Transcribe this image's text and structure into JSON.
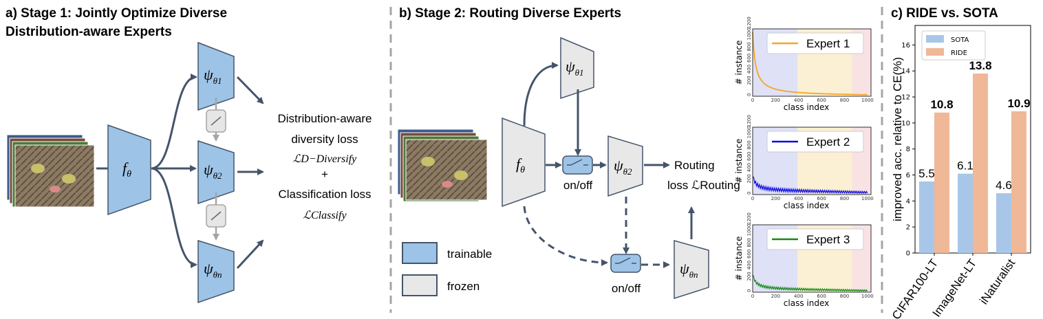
{
  "panel_a": {
    "title_line1": "a)   Stage 1: Jointly Optimize Diverse",
    "title_line2": "Distribution-aware Experts",
    "backbone": "f",
    "backbone_sub": "θ",
    "expert_1_sub": "θ1",
    "expert_2_sub": "θ2",
    "expert_n_sub": "θn",
    "loss_line1": "Distribution-aware",
    "loss_line2": "diversity loss",
    "loss_line3": "ℒD−Diversify",
    "loss_plus": "+",
    "loss_line4": "Classification loss",
    "loss_line5": "ℒClassify"
  },
  "panel_b": {
    "title": "b) Stage 2: Routing Diverse Experts",
    "switch_label_1": "on/off",
    "switch_label_2": "on/off",
    "routing_line1": "Routing",
    "routing_line2": "loss ℒRouting",
    "legend_trainable": "trainable",
    "legend_frozen": "frozen",
    "mini_plots": [
      {
        "legend": "Expert 1",
        "color": "#f5a623"
      },
      {
        "legend": "Expert 2",
        "color": "#0a0adf"
      },
      {
        "legend": "Expert 3",
        "color": "#138a13"
      }
    ],
    "mini_xlabel": "class index",
    "mini_ylabel": "# instance",
    "mini_xticks": [
      "0",
      "200",
      "400",
      "600",
      "800",
      "1000"
    ],
    "mini_yticks": [
      "0",
      "200",
      "400",
      "600",
      "800",
      "1000",
      "1200"
    ],
    "region_colors": [
      "#dfe1f7",
      "#fbefd4",
      "#f9e2e4"
    ]
  },
  "chart_data": {
    "type": "bar",
    "title": "c) RIDE vs. SOTA",
    "categories": [
      "CIFAR100-LT",
      "ImageNet-LT",
      "iNaturalist"
    ],
    "series": [
      {
        "name": "SOTA",
        "values": [
          5.5,
          6.1,
          4.6
        ],
        "labels": [
          "5.5",
          "6.1",
          "4.6"
        ],
        "color": "#a8c7e8"
      },
      {
        "name": "RIDE",
        "values": [
          10.8,
          13.8,
          10.9
        ],
        "labels": [
          "10.8",
          "13.8",
          "10.9"
        ],
        "color": "#f0b896"
      }
    ],
    "ylabel": "improved acc. relative to CE(%)",
    "ylim": [
      0,
      17.5
    ],
    "yticks": [
      "0",
      "2",
      "4",
      "6",
      "8",
      "10",
      "12",
      "14",
      "16"
    ],
    "legend_position": "top-left"
  }
}
